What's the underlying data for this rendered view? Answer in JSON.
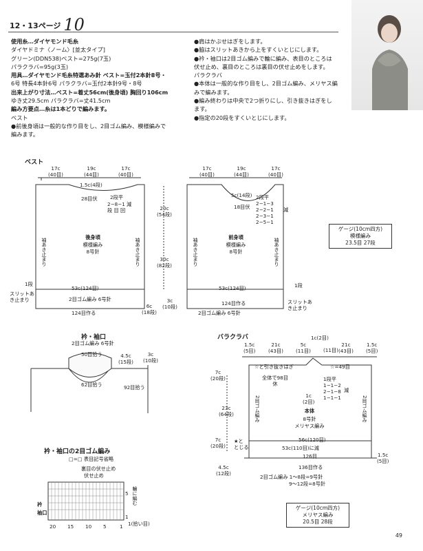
{
  "header": {
    "page_ref": "12・13ページ",
    "number": "10"
  },
  "left_text": [
    "使用糸…ダイヤモンド毛糸",
    "ダイヤドミナ〈ノーム〉[並太タイプ]",
    "グリーン(DDN538)ベスト=275g(7玉)",
    "パラクラバ=95g(3玉)",
    "用具…ダイヤモンド毛糸特選あみ針 ベスト=玉付2本針8号・",
    "6号 特長4本針6号 パラクラバ=玉付2本針9号・8号",
    "出来上がり寸法…ベスト=着丈56cm(後身頃) 胸回り106cm",
    "ゆき丈29.5cm  パラクラバ=丈41.5cm",
    "編み方要点…糸は1本どりで編みます。",
    "ベスト",
    "●前後身頃は一般的な作り目をし、2目ゴム編み、模様編みで",
    "編みます。"
  ],
  "right_text": [
    "●肩はかぶせはぎをします。",
    "●脇はスリットあきから上をすくいとじにします。",
    "●衿・袖口は2目ゴム編みで輪に編み、表目のところは",
    "伏せ止め、裏目のところは裏目の伏せ止めをします。",
    "パラクラバ",
    "●本体は一般的な作り目をし、2目ゴム編み、メリヤス編",
    "みで編みます。",
    "●編み終わりは中央で2つ折りにし、引き抜きはぎをし",
    "ます。",
    "●指定の20段をすくいとじにします。"
  ],
  "vest": {
    "title": "ベスト",
    "back": {
      "name": "後身頃",
      "pattern": "模様編み",
      "needle": "8号針",
      "top_17": "17c",
      "top_17r": "(40目)",
      "top_19": "19c",
      "top_19r": "(44目)",
      "neck": "1.5c(4段)",
      "neck_bind": "28目伏",
      "dec_head": "2段平",
      "dec_row1": "2−8−1 減",
      "dec_row2": "段 目 回",
      "h20": "20c",
      "h20r": "(54段)",
      "h30": "30c",
      "h30r": "(82段)",
      "armhole": "袖あき止まり",
      "w53": "53c(124目)",
      "rib": "2目ゴム編み 6号針",
      "cast": "124目作る",
      "slit": "スリットあき止まり",
      "h6": "6c",
      "h6r": "(18段)",
      "h3": "3c",
      "h3r": "(10段)",
      "eq": "=",
      "row1": "1段"
    },
    "front": {
      "name": "前身頃",
      "pattern": "模様編み",
      "needle": "8号針",
      "neck": "5c(14段)",
      "bind": "18目伏",
      "dec0": "2段平",
      "dec1": "2−1−3",
      "dec2": "2−2−1",
      "dec3": "2−3−1",
      "dec4": "2−5−1",
      "dec_mark": "減",
      "w53": "53c(124目)",
      "cast": "124目作る",
      "rib": "2目ゴム編み 6号針",
      "armhole": "袖あき止まり",
      "slit": "スリットあき止まり",
      "row1": "1段"
    },
    "gauge": {
      "line1": "ゲージ(10cm四方)",
      "line2": "模様編み",
      "line3": "23.5目 27段"
    }
  },
  "collar": {
    "title": "衿・袖口",
    "rib": "2目ゴム編み 6号針",
    "pick50": "50目拾う",
    "pick62": "62目拾う",
    "pick92": "92目拾う",
    "h45": "4.5c",
    "h45r": "(15段)",
    "h3": "3c",
    "h3r": "(10段)"
  },
  "chart": {
    "title": "衿・袖口の2目ゴム編み",
    "legend": "□=□ 表目記号省略",
    "ura": "裏目の伏せ止め",
    "fuse": "伏せ止め",
    "side_label": "衿",
    "side_label2": "袖口",
    "wa": "輪に編む",
    "pick": "1(拾い目)",
    "cols": [
      "20",
      "15",
      "10",
      "5",
      "1"
    ],
    "rows": [
      "5",
      "1"
    ]
  },
  "balaclava": {
    "title": "バラクラバ",
    "top": [
      "1.5c",
      "(5目)",
      "21c",
      "(43目)",
      "5c",
      "(11目)",
      "1c(2目)",
      "(11目)",
      "21c",
      "(43目)",
      "1.5c",
      "(5目)"
    ],
    "join": "☆と引き抜きはぎ",
    "join_r": "☆=49目",
    "rest": "全体で98目休",
    "dec0": "1段平",
    "dec1": "1−1−2",
    "dec2": "2−1−8",
    "dec3": "1−1−1",
    "dec_mark": "減",
    "c1": "1c",
    "c1r": "(2目)",
    "h7": "7c",
    "h7r": "(20段)",
    "h23": "23c",
    "h23r": "(64段)",
    "h7b": "7c",
    "h7br": "(20段)",
    "h45": "4.5c",
    "h45r": "(12段)",
    "name": "本体",
    "needle": "8号針",
    "stitch": "メリヤス編み",
    "rib_side": "2目ゴム編み",
    "w56": "56c(120目)",
    "w53": "53c(110目)に減",
    "w126": "126目",
    "w136": "136目作る",
    "tozu": "★と とじる",
    "rib_bottom": "2目ゴム編み 1〜8段=9号針",
    "rib_bottom2": "9〜12段=8号針",
    "h15": "1.5c",
    "h15r": "(5目)",
    "gauge": {
      "line1": "ゲージ(10cm四方)",
      "line2": "メリヤス編み",
      "line3": "20.5目 28段"
    }
  },
  "page_number": "49"
}
